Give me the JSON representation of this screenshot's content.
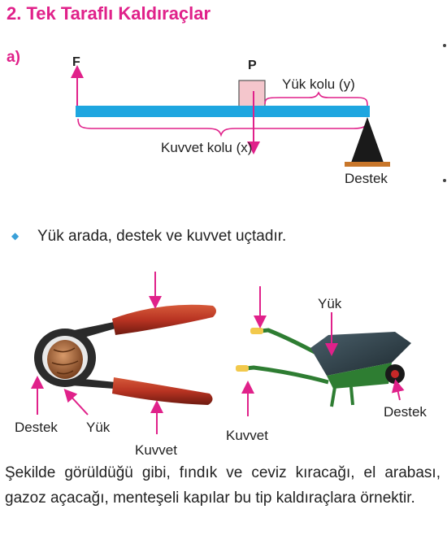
{
  "section": {
    "title": "2. Tek Taraflı Kaldıraçlar",
    "part": "a)"
  },
  "diagram": {
    "force_label": "F",
    "load_label": "P",
    "load_arm_label": "Yük kolu (y)",
    "force_arm_label": "Kuvvet kolu (x)",
    "support_label": "Destek",
    "colors": {
      "lever": "#1ea6e0",
      "load_box": "#f4c6cc",
      "arrow": "#e0218a",
      "support": "#1a1a1a"
    }
  },
  "bullet": {
    "icon": "diamond-bullet-icon",
    "text": "Yük arada, destek ve kuvvet uçtadır."
  },
  "nutcracker": {
    "support_label": "Destek",
    "load_label": "Yük",
    "force_label": "Kuvvet"
  },
  "wheelbarrow": {
    "load_label": "Yük",
    "support_label": "Destek",
    "force_label": "Kuvvet"
  },
  "paragraph": "Şekilde görüldüğü gibi, fındık ve ceviz kıracağı, el arabası, gazoz açacağı, menteşeli kapılar bu tip kaldıraçlara örnektir."
}
